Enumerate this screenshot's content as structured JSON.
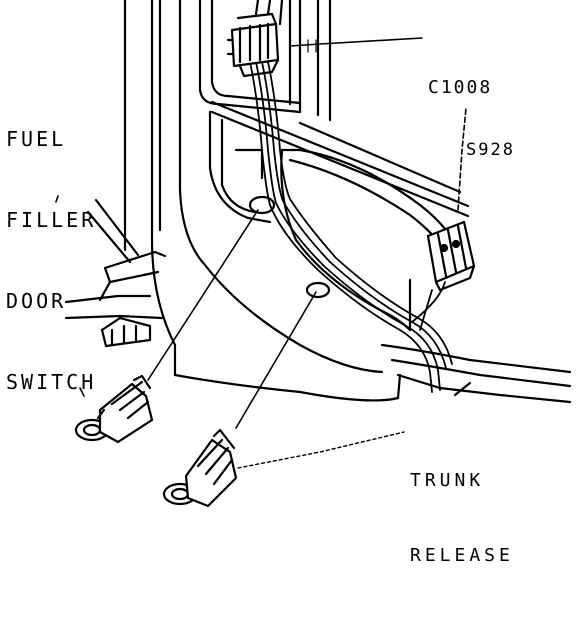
{
  "diagram": {
    "colors": {
      "ink": "#000000",
      "paper": "#ffffff"
    },
    "labels": {
      "connector_c1008": "C1008",
      "splice_s928": "S928",
      "fuel_filler_door_switch": [
        "FUEL",
        "FILLER",
        "DOOR",
        "SWITCH"
      ],
      "trunk_release": [
        "TRUNK",
        "RELEASE"
      ]
    }
  }
}
